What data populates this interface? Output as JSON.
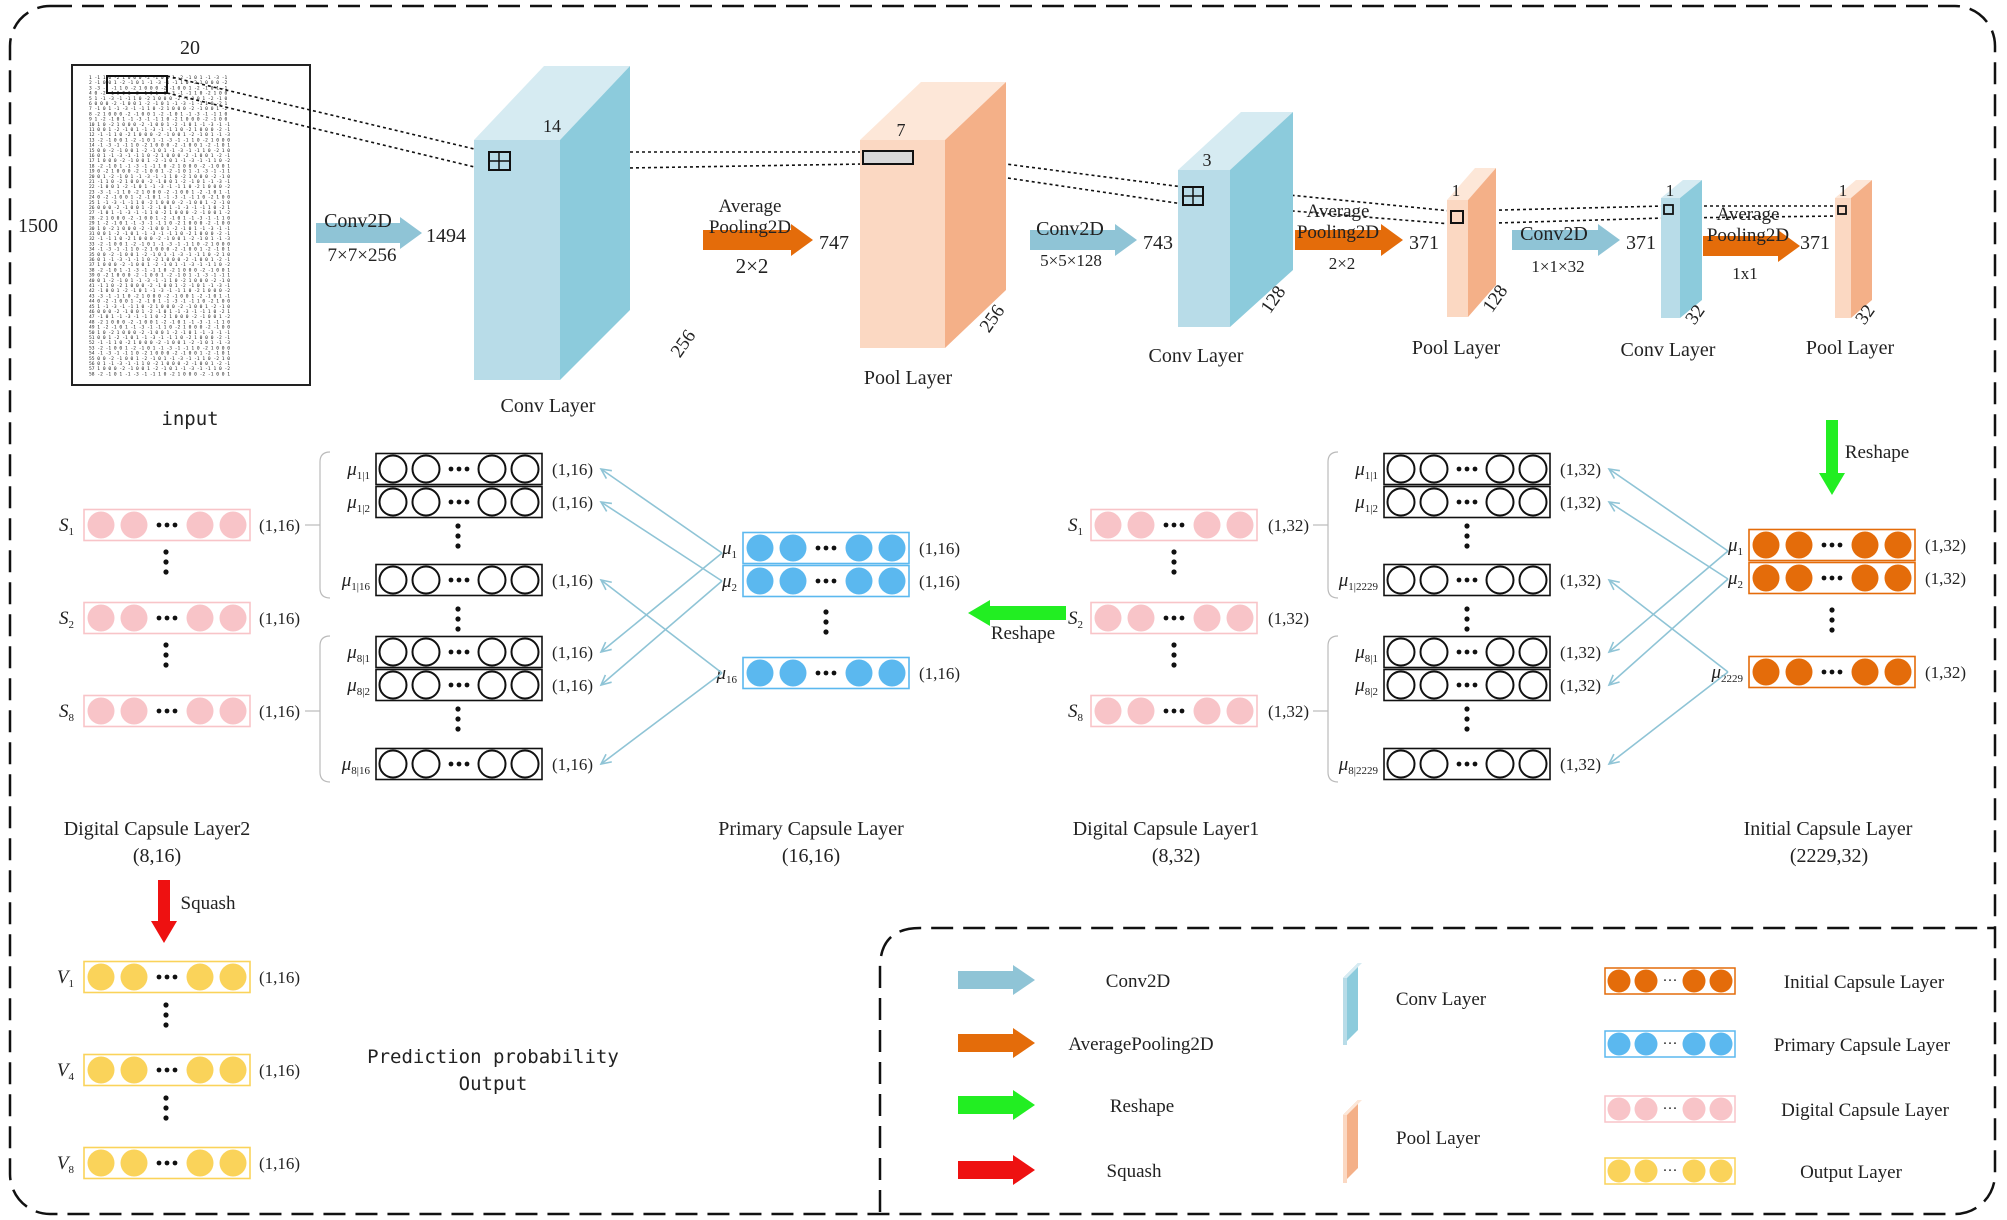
{
  "colors": {
    "conv_arrow": "#8fc4d6",
    "pool_arrow": "#e46c0a",
    "reshape_arrow": "#22ee22",
    "squash_arrow": "#ee1111",
    "conv_front": "#b8dce8",
    "conv_top": "#d6ebf2",
    "conv_side": "#8ccbdc",
    "pool_front": "#fbd8c2",
    "pool_top": "#fde7d8",
    "pool_side": "#f4b088",
    "initial_capsule": "#e46c0a",
    "primary_capsule": "#5bb8ef",
    "digital_capsule": "#f8c4c8",
    "output_capsule": "#fad35a"
  },
  "input": {
    "width_label": "20",
    "height_label": "1500",
    "caption": "input"
  },
  "top_flow": {
    "conv1": {
      "name": "Conv2D",
      "kernel": "7×7×256",
      "out": "1494"
    },
    "block1": {
      "top": "14",
      "side": "256",
      "caption": "Conv Layer"
    },
    "pool1": {
      "name_line1": "Average",
      "name_line2": "Pooling2D",
      "kernel": "2×2",
      "out": "747"
    },
    "block2": {
      "top": "7",
      "side": "256",
      "caption": "Pool Layer"
    },
    "conv2": {
      "name": "Conv2D",
      "kernel": "5×5×128",
      "out": "743"
    },
    "block3": {
      "top": "3",
      "side": "128",
      "caption": "Conv Layer"
    },
    "pool2": {
      "name_line1": "Average",
      "name_line2": "Pooling2D",
      "kernel": "2×2",
      "out": "371"
    },
    "block4": {
      "top": "1",
      "side": "128",
      "caption": "Pool Layer"
    },
    "conv3": {
      "name": "Conv2D",
      "kernel": "1×1×32",
      "out": "371"
    },
    "block5": {
      "top": "1",
      "side": "32",
      "caption": "Conv Layer"
    },
    "pool3": {
      "name_line1": "Average",
      "name_line2": "Pooling2D",
      "kernel": "1x1",
      "out": "371"
    },
    "block6": {
      "top": "1",
      "side": "32",
      "caption": "Pool Layer"
    }
  },
  "reshape_label": "Reshape",
  "squash_label": "Squash",
  "digital_layer2": {
    "title": "Digital Capsule Layer2",
    "shape": "(8,16)",
    "rows": [
      {
        "label": "S",
        "sub": "1",
        "dim": "(1,16)"
      },
      {
        "label": "S",
        "sub": "2",
        "dim": "(1,16)"
      },
      {
        "label": "S",
        "sub": "8",
        "dim": "(1,16)"
      }
    ],
    "mu_rows": [
      {
        "label": "μ",
        "sub": "1|1",
        "dim": "(1,16)"
      },
      {
        "label": "μ",
        "sub": "1|2",
        "dim": "(1,16)"
      },
      {
        "label": "μ",
        "sub": "1|16",
        "dim": "(1,16)"
      },
      {
        "label": "μ",
        "sub": "8|1",
        "dim": "(1,16)"
      },
      {
        "label": "μ",
        "sub": "8|2",
        "dim": "(1,16)"
      },
      {
        "label": "μ",
        "sub": "8|16",
        "dim": "(1,16)"
      }
    ]
  },
  "primary_layer": {
    "title": "Primary Capsule Layer",
    "shape": "(16,16)",
    "rows": [
      {
        "label": "μ",
        "sub": "1",
        "dim": "(1,16)"
      },
      {
        "label": "μ",
        "sub": "2",
        "dim": "(1,16)"
      },
      {
        "label": "μ",
        "sub": "16",
        "dim": "(1,16)"
      }
    ]
  },
  "digital_layer1": {
    "title": "Digital Capsule Layer1",
    "shape": "(8,32)",
    "rows": [
      {
        "label": "S",
        "sub": "1",
        "dim": "(1,32)"
      },
      {
        "label": "S",
        "sub": "2",
        "dim": "(1,32)"
      },
      {
        "label": "S",
        "sub": "8",
        "dim": "(1,32)"
      }
    ],
    "mu_rows": [
      {
        "label": "μ",
        "sub": "1|1",
        "dim": "(1,32)"
      },
      {
        "label": "μ",
        "sub": "1|2",
        "dim": "(1,32)"
      },
      {
        "label": "μ",
        "sub": "1|2229",
        "dim": "(1,32)"
      },
      {
        "label": "μ",
        "sub": "8|1",
        "dim": "(1,32)"
      },
      {
        "label": "μ",
        "sub": "8|2",
        "dim": "(1,32)"
      },
      {
        "label": "μ",
        "sub": "8|2229",
        "dim": "(1,32)"
      }
    ]
  },
  "initial_layer": {
    "title": "Initial  Capsule Layer",
    "shape": "(2229,32)",
    "rows": [
      {
        "label": "μ",
        "sub": "1",
        "dim": "(1,32)"
      },
      {
        "label": "μ",
        "sub": "2",
        "dim": "(1,32)"
      },
      {
        "label": "μ",
        "sub": "2229",
        "dim": "(1,32)"
      }
    ]
  },
  "output_layer": {
    "caption_line1": "Prediction probability",
    "caption_line2": "Output",
    "rows": [
      {
        "label": "V",
        "sub": "1",
        "dim": "(1,16)"
      },
      {
        "label": "V",
        "sub": "4",
        "dim": "(1,16)"
      },
      {
        "label": "V",
        "sub": "8",
        "dim": "(1,16)"
      }
    ]
  },
  "legend": {
    "arrows": [
      "Conv2D",
      "AveragePooling2D",
      "Reshape",
      "Squash"
    ],
    "blocks": [
      "Conv Layer",
      "Pool Layer"
    ],
    "capsules": [
      "Initial  Capsule Layer",
      "Primary Capsule Layer",
      "Digital Capsule Layer",
      "Output Layer"
    ]
  }
}
